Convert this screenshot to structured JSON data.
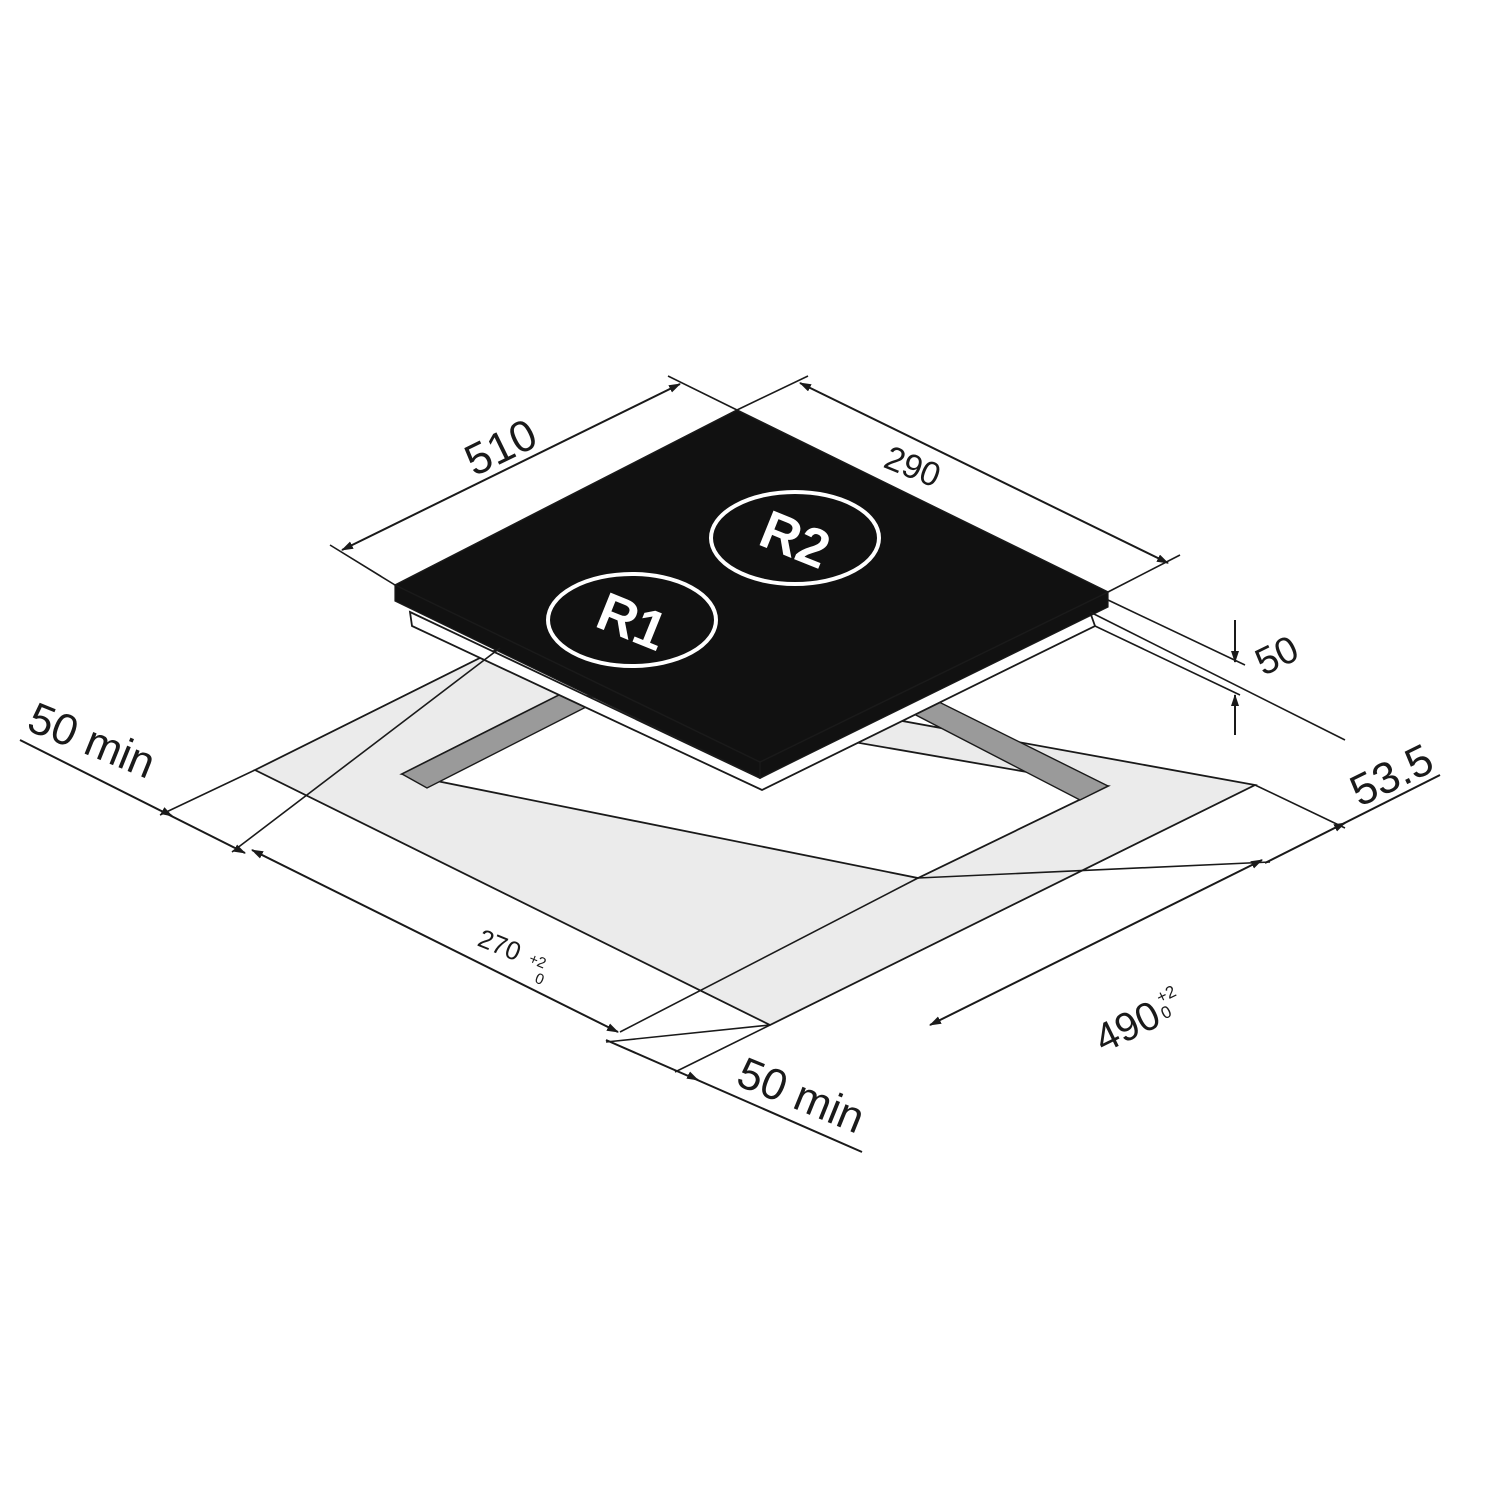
{
  "colors": {
    "hob_glass": "#111111",
    "hob_edge": "#1a1a1a",
    "zone_outline": "#ffffff",
    "cutout_frame": "#ebebeb",
    "inner_support": "#9a9a9a",
    "dimension_lines": "#1a1a1a",
    "background": "#ffffff"
  },
  "zones": [
    {
      "label": "R1"
    },
    {
      "label": "R2"
    }
  ],
  "dimensions": {
    "hob_width": {
      "value": "510"
    },
    "hob_depth": {
      "value": "290"
    },
    "hob_height": {
      "value": "50"
    },
    "edge_offset": {
      "value": "53.5"
    },
    "cutout_depth": {
      "value": "270",
      "tol_upper": "+2",
      "tol_lower": "0"
    },
    "cutout_width": {
      "value": "490",
      "tol_upper": "+2",
      "tol_lower": "0"
    },
    "clearance_left": {
      "value": "50 min"
    },
    "clearance_front": {
      "value": "50 min"
    }
  }
}
